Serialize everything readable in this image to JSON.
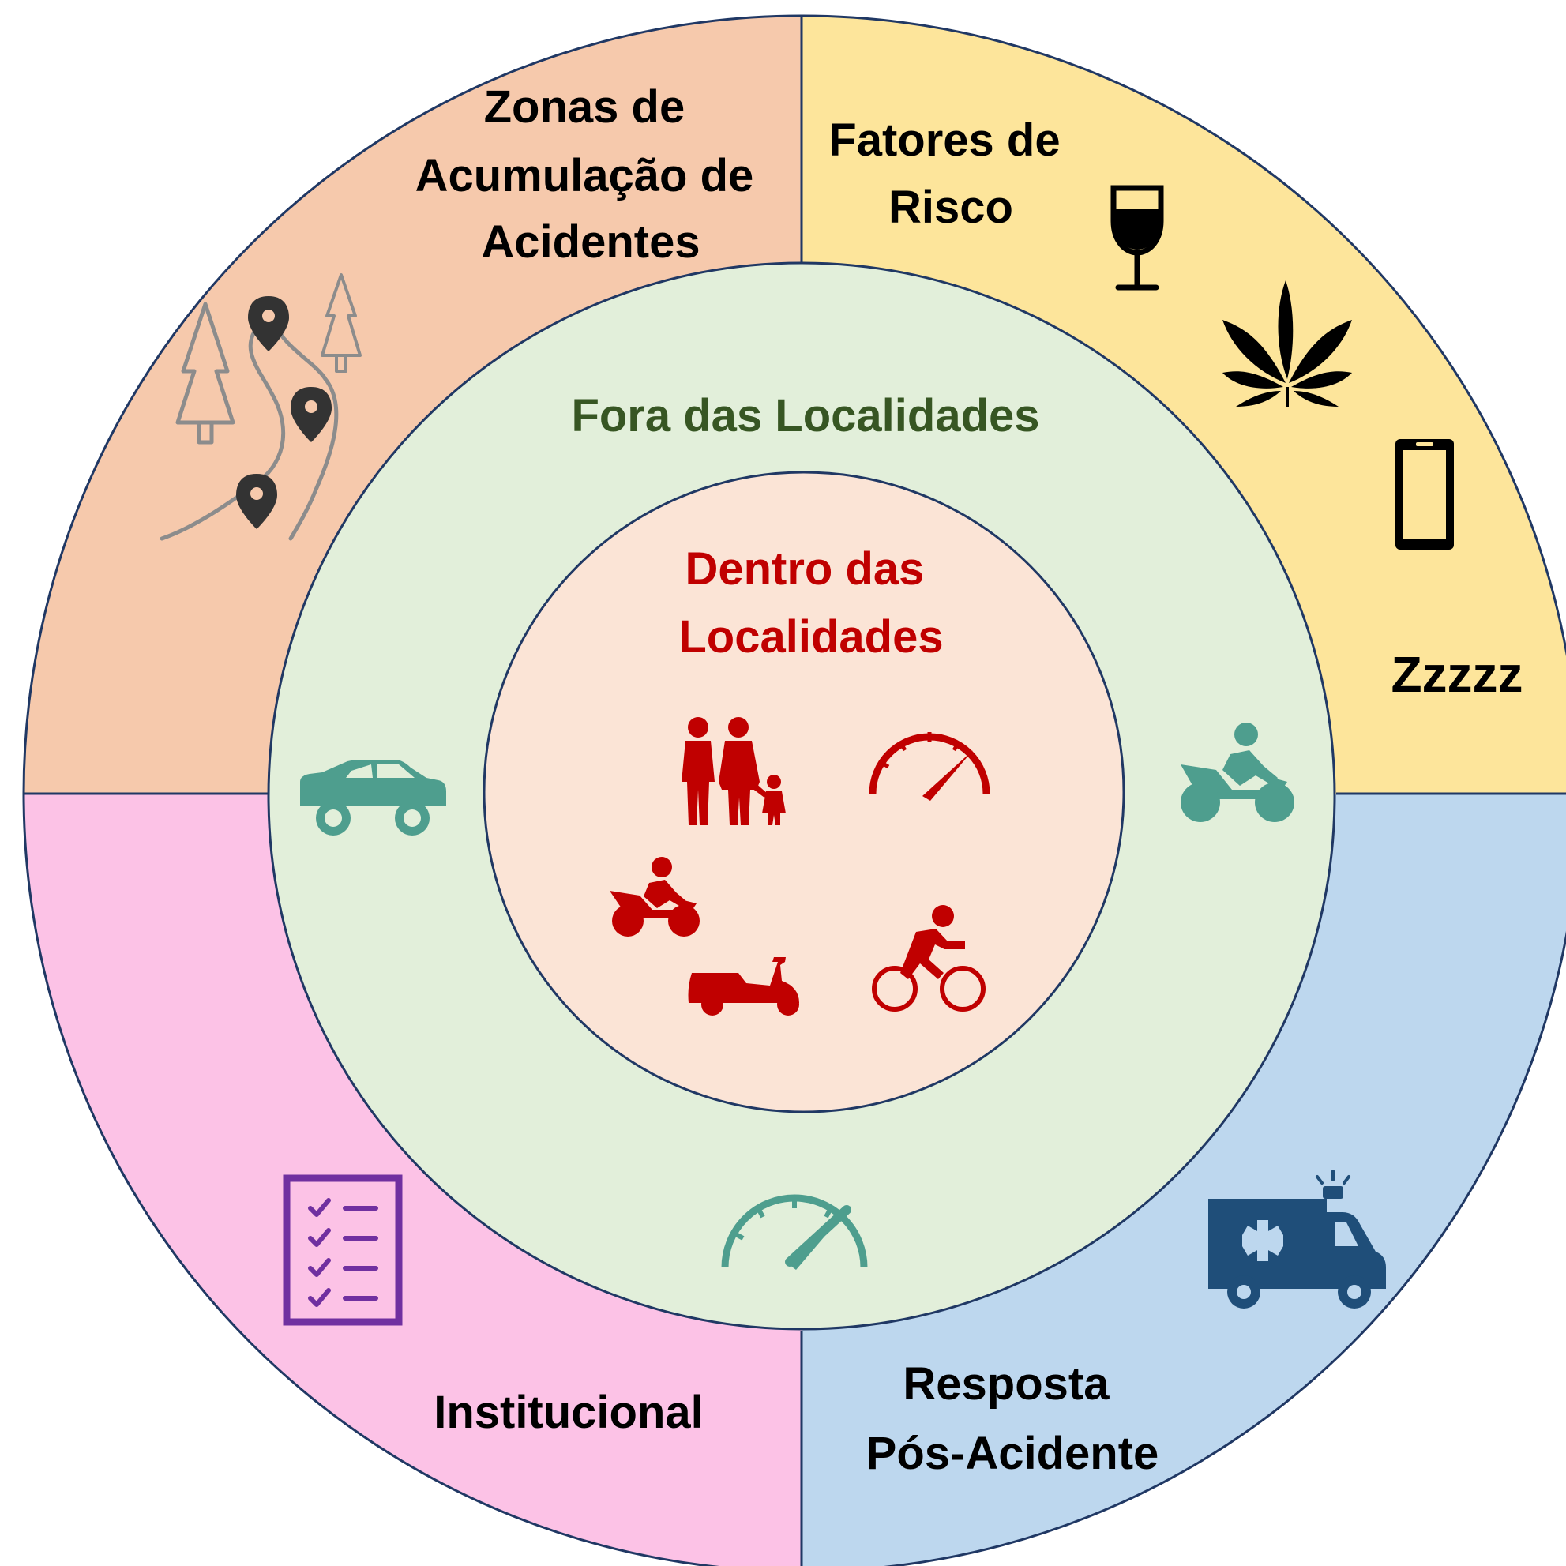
{
  "quadrants": {
    "top_left": {
      "label_lines": [
        "Zonas de",
        "Acumulação de",
        "Acidentes"
      ],
      "color": "#F6C9AC",
      "icons": [
        "pine-tree-icon",
        "pine-tree-icon",
        "winding-road-icon",
        "map-pin-icon",
        "map-pin-icon",
        "map-pin-icon"
      ]
    },
    "top_right": {
      "label_lines": [
        "Fatores de",
        "Risco"
      ],
      "color": "#FDE59B",
      "icons": [
        "wine-glass-icon",
        "cannabis-leaf-icon",
        "smartphone-icon"
      ],
      "sleep_text": "Zzzzz"
    },
    "bottom_left": {
      "label_lines": [
        "Institucional"
      ],
      "color": "#FCC2E6",
      "icons": [
        "checklist-icon"
      ]
    },
    "bottom_right": {
      "label_lines": [
        "Resposta",
        "Pós-Acidente"
      ],
      "color": "#BDD7EE",
      "icons": [
        "ambulance-icon"
      ]
    }
  },
  "middle_ring": {
    "label": "Fora das Localidades",
    "label_color": "#375623",
    "color": "#E2EFDA",
    "icon_color": "#4E9E8E",
    "icons": [
      "car-icon",
      "motorcycle-icon",
      "speedometer-icon"
    ]
  },
  "inner_circle": {
    "label_lines": [
      "Dentro das",
      "Localidades"
    ],
    "label_color": "#C00000",
    "color": "#FBE4D6",
    "icon_color": "#C00000",
    "icons": [
      "family-pedestrians-icon",
      "speedometer-icon",
      "motorcycle-icon",
      "scooter-icon",
      "bicycle-icon"
    ]
  },
  "outline_color": "#203864"
}
